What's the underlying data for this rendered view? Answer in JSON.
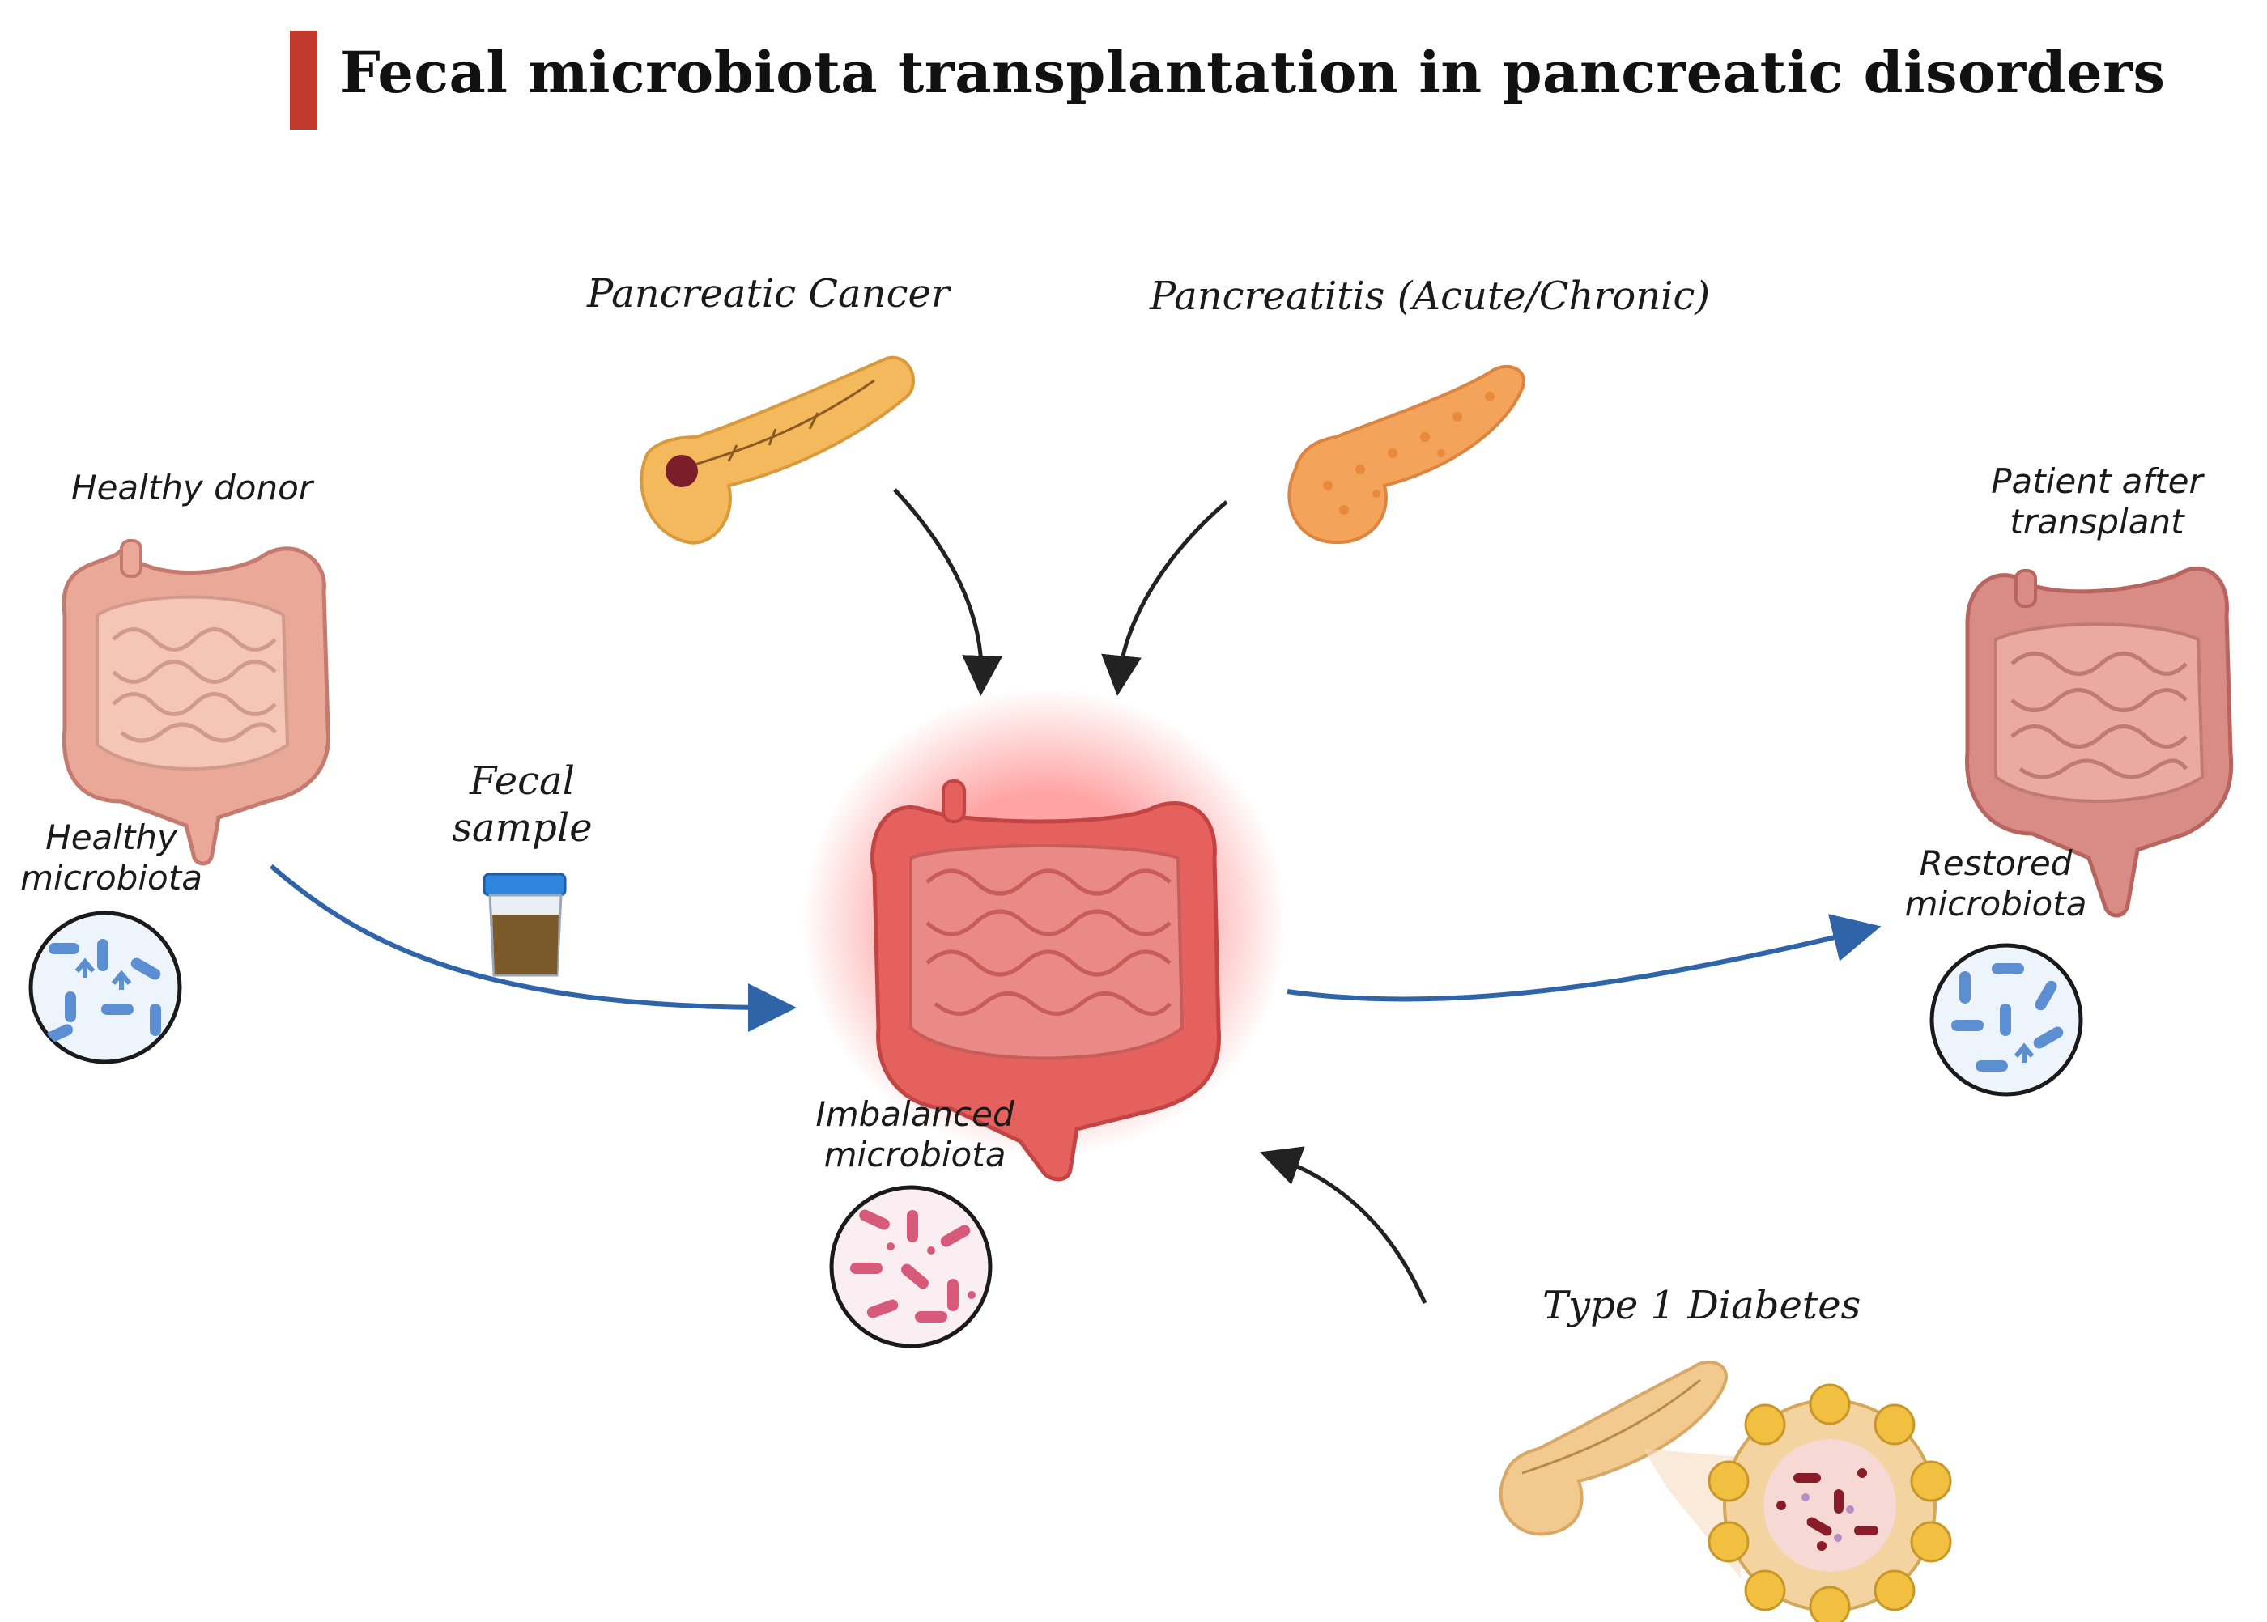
{
  "title": "Fecal microbiota transplantation in pancreatic disorders",
  "labels": {
    "pancreatic_cancer": "Pancreatic Cancer",
    "pancreatitis": "Pancreatitis (Acute/Chronic)",
    "healthy_donor": "Healthy donor",
    "healthy_microbiota_1": "Healthy",
    "healthy_microbiota_2": "microbiota",
    "fecal_sample_1": "Fecal",
    "fecal_sample_2": "sample",
    "imbalanced_microbiota_1": "Imbalanced",
    "imbalanced_microbiota_2": "microbiota",
    "patient_after_1": "Patient after",
    "patient_after_2": "transplant",
    "restored_microbiota_1": "Restored",
    "restored_microbiota_2": "microbiota",
    "type1_diabetes": "Type 1 Diabetes"
  },
  "colors": {
    "accent_bar": "#c0392b",
    "arrow_blue": "#2f64a8",
    "arrow_dark": "#222222",
    "intestine_pink": "#e8a89a",
    "intestine_inflamed": "#e25a5a",
    "pancreas_orange": "#f2b85a",
    "bacteria_blue": "#5b8fd1",
    "bacteria_red": "#d85a7a"
  }
}
